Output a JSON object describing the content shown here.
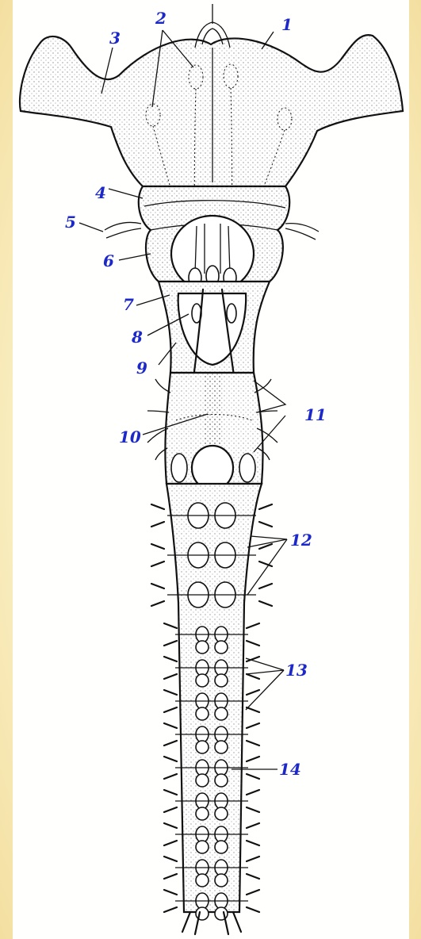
{
  "labels": {
    "l1": "1",
    "l2": "2",
    "l3": "3",
    "l4": "4",
    "l5": "5",
    "l6": "6",
    "l7": "7",
    "l8": "8",
    "l9": "9",
    "l10": "10",
    "l11": "11",
    "l12": "12",
    "l13": "13",
    "l14": "14"
  },
  "colors": {
    "label": "#1d28c8",
    "ink": "#111111",
    "frame": "#fbf1c8"
  }
}
